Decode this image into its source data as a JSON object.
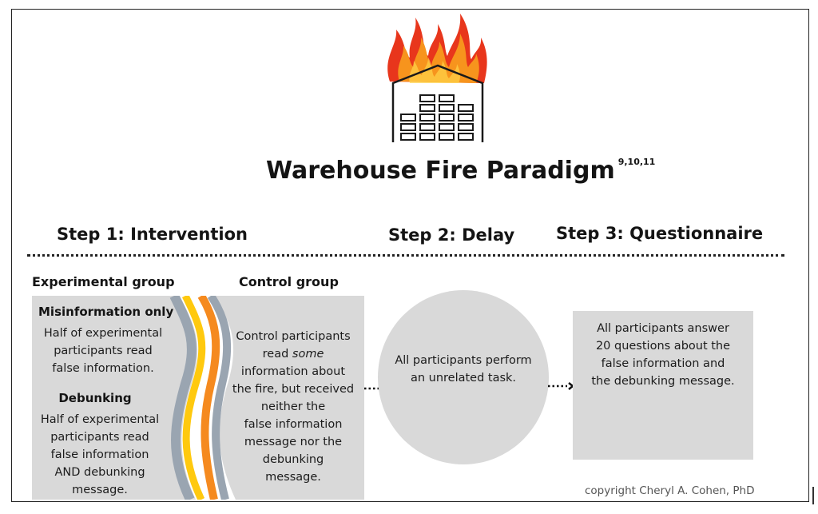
{
  "title": {
    "text": "Warehouse Fire Paradigm",
    "superscript": "9,10,11"
  },
  "logo": {
    "icon": "burning-warehouse-icon",
    "colors": {
      "flame_outer": "#e8361c",
      "flame_inner": "#f7941d",
      "building": "#1a1a1a"
    }
  },
  "steps": [
    {
      "label": "Step 1: Intervention"
    },
    {
      "label": "Step 2: Delay"
    },
    {
      "label": "Step 3:  Questionnaire"
    }
  ],
  "step1": {
    "experimental": {
      "heading": "Experimental group",
      "misinformation": {
        "heading": "Misinformation only",
        "lines": [
          "Half of experimental",
          "participants read",
          "false information."
        ]
      },
      "debunking": {
        "heading": "Debunking",
        "lines": [
          "Half of experimental",
          "participants read",
          "false information",
          "AND debunking",
          "message."
        ]
      }
    },
    "control": {
      "heading": "Control group",
      "line1": "Control participants",
      "line2_prefix": "read ",
      "line2_emphasis": "some",
      "lines_rest": [
        "information about",
        "the fire, but received",
        "neither the",
        "false information",
        "message nor the",
        "debunking",
        "message."
      ]
    }
  },
  "step2": {
    "lines": [
      "All participants perform",
      "an unrelated task."
    ]
  },
  "step3": {
    "lines": [
      "All participants answer",
      "20 questions about the",
      "false information and",
      "the debunking message."
    ]
  },
  "colors": {
    "panel": "#d9d9d9",
    "ribbon_gray": "#9aa5b1",
    "ribbon_yellow": "#ffc90e",
    "ribbon_orange": "#f58a1f"
  },
  "copyright": "copyright Cheryl A. Cohen, PhD"
}
